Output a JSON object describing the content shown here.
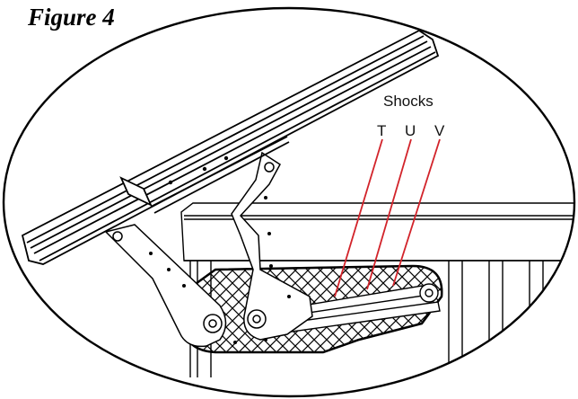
{
  "figure": {
    "title": "Figure 4",
    "callout": {
      "heading": "Shocks",
      "labels": [
        "T",
        "U",
        "V"
      ],
      "leader_color": "#d2232a"
    }
  }
}
